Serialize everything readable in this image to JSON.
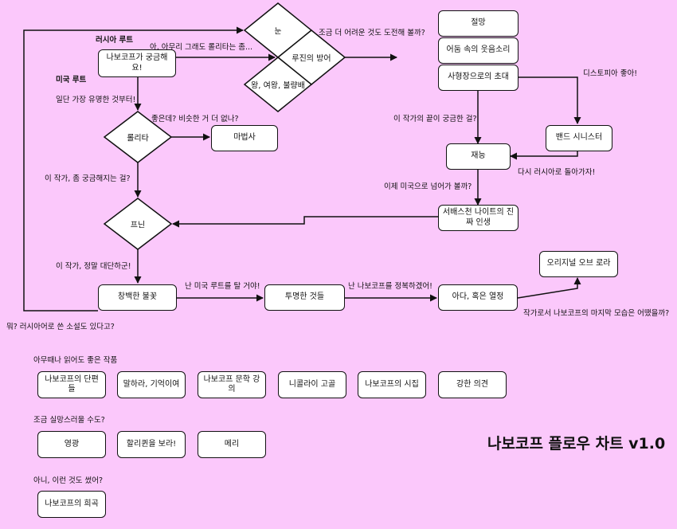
{
  "title": "나보코프 플로우 차트 v1.0",
  "nodes": {
    "start": "나보코프가 궁금해요!",
    "snow": "눈",
    "luzhin": "루진의 방어",
    "king": "왕, 여왕, 불량배",
    "lolita": "롤리타",
    "magician": "마법사",
    "pnin": "프닌",
    "pale_fire": "창백한 불꽃",
    "transparent": "투명한 것들",
    "ada": "아다, 혹은 열정",
    "laura": "오리지널 오브 로라",
    "despair": "절망",
    "laughter": "어둠 속의 웃음소리",
    "invitation": "사형장으로의 초대",
    "gift": "재능",
    "bend": "밴드 시니스터",
    "knight": "서배스천 나이트의 진짜 인생"
  },
  "edge_labels": {
    "russia_route": "러시아 루트",
    "america_route": "미국 루트",
    "famous_first": "일단 가장 유명한 것부터!",
    "nope_lolita": "아, 아무리 그래도 롤리타는 좀...",
    "harder": "조금 더 어려운 것도 도전해 볼까?",
    "similar": "좋은데? 비슷한 거 더 없나?",
    "curious": "이 작가, 좀 궁금해지는 걸?",
    "great": "이 작가, 정말 대단하군!",
    "american_route": "난 미국 루트를 탈 거야!",
    "conquer": "난 나보코프를 정복하겠어!",
    "russian_novel": "뭐? 러시아어로 쓴 소설도 있다고?",
    "dystopia": "디스토피아 좋아!",
    "end_curious": "이 작가의 끝이 궁금한 걸?",
    "back_russia": "다시 러시아로 돌아가자!",
    "to_america": "이제 미국으로 넘어가 볼까?",
    "last_form": "작가로서 나보코프의 마지막 모습은 어땠을까?"
  },
  "sections": [
    {
      "heading": "아무때나 읽어도 좋은 작품",
      "items": [
        "나보코프의 단편들",
        "말하라, 기억이여",
        "나보코프 문학 강의",
        "니콜라이 고골",
        "나보코프의 시집",
        "강한 의견"
      ]
    },
    {
      "heading": "조금 실망스러울 수도?",
      "items": [
        "영광",
        "할리퀸을 보라!",
        "메리"
      ]
    },
    {
      "heading": "아니, 이런 것도 썼어?",
      "items": [
        "나보코프의 희곡"
      ]
    }
  ]
}
